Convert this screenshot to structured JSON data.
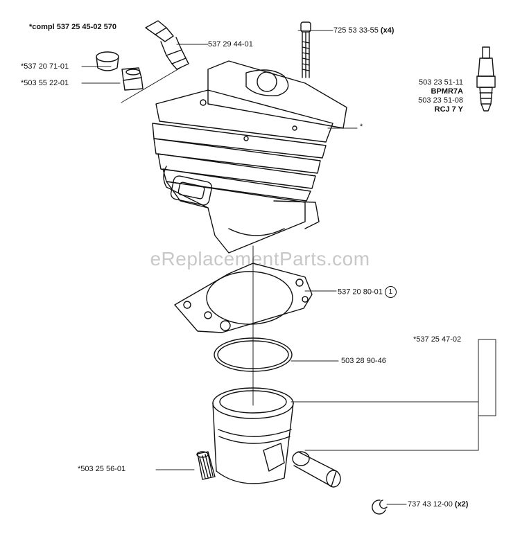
{
  "watermark": "eReplacementParts.com",
  "parts": {
    "cylinder_complete": {
      "prefix": "*compl 537 25 45-02",
      "qty_code": "570"
    },
    "decomp_valve": "537 29 44-01",
    "cap": "*537 20 71-01",
    "nipple": "*503 55 22-01",
    "screw": {
      "number": "725 53 33-55",
      "qty": "(x4)"
    },
    "spark_plug": {
      "number_1": "503 23 51-11",
      "type_1": "BPMR7A",
      "number_2": "503 23 51-08",
      "type_2": "RCJ 7 Y"
    },
    "cylinder_marker": "*",
    "gasket": {
      "number": "537 20 80-01",
      "ref": "1"
    },
    "piston_kit": "*537 25 47-02",
    "piston_ring": "503 28 90-46",
    "needle_bearing": "*503 25 56-01",
    "circlip": {
      "number": "737 43 12-00",
      "qty": "(x2)"
    }
  }
}
